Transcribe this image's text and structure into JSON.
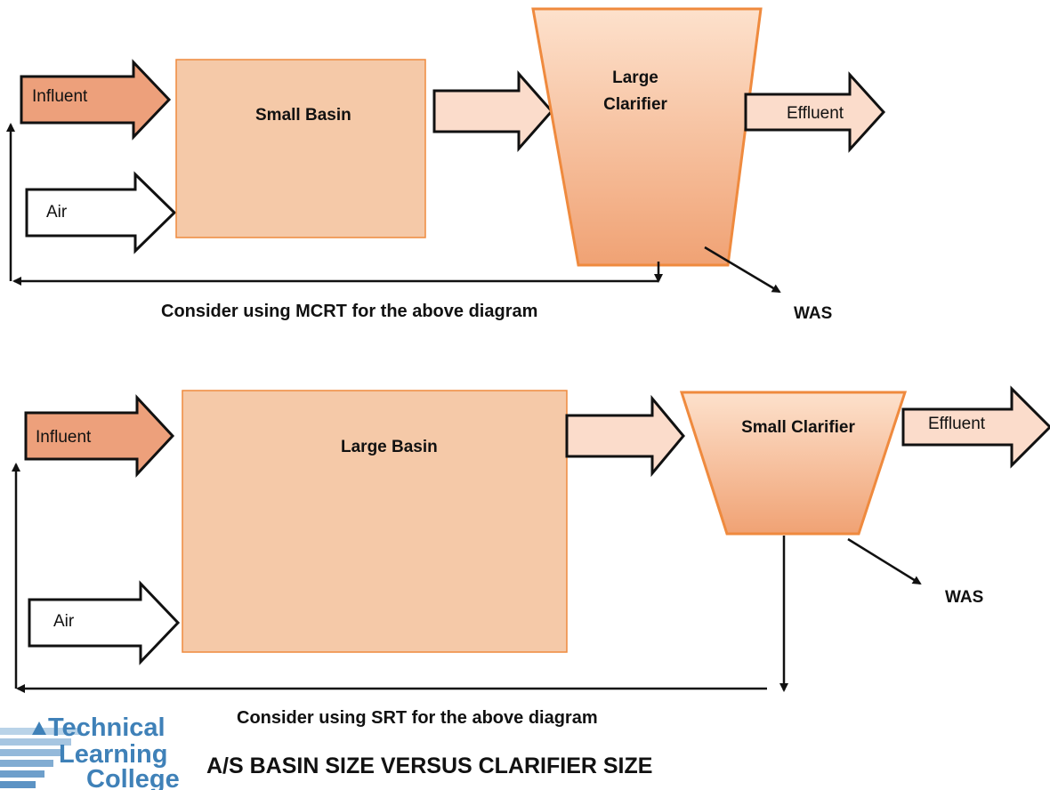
{
  "colors": {
    "fill_light": "#f5c9a8",
    "fill_dark": "#eda07b",
    "clarifier_top": "#fde1cc",
    "clarifier_bottom": "#f0a274",
    "outline": "#ef8a3e",
    "arrow_pale": "#fbdccb",
    "stroke": "#111111",
    "logo_blue": "#3f81b8"
  },
  "diagram_top": {
    "influent_label": "Influent",
    "air_label": "Air",
    "basin_label": "Small Basin",
    "clarifier_label_line1": "Large",
    "clarifier_label_line2": "Clarifier",
    "effluent_label": "Effluent",
    "was_label": "WAS",
    "caption": "Consider using MCRT for the above diagram"
  },
  "diagram_bottom": {
    "influent_label": "Influent",
    "air_label": "Air",
    "basin_label": "Large Basin",
    "clarifier_label": "Small Clarifier",
    "effluent_label": "Effluent",
    "was_label": "WAS",
    "caption": "Consider using SRT for the above diagram"
  },
  "logo": {
    "line1": "Technical",
    "line2": "Learning",
    "line3": "College"
  },
  "title": "A/S BASIN SIZE VERSUS CLARIFIER SIZE"
}
